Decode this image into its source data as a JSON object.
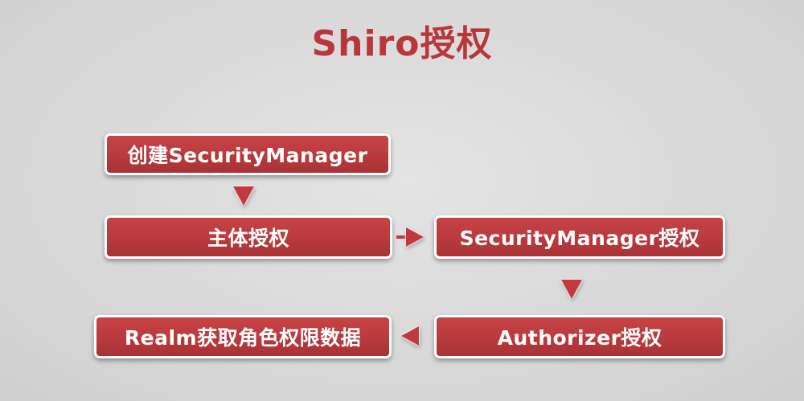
{
  "title": "Shiro授权",
  "nodes": {
    "create_security_manager": "创建SecurityManager",
    "subject_authorization": "主体授权",
    "security_manager_authorization": "SecurityManager授权",
    "authorizer_authorization": "Authorizer授权",
    "realm_fetch_data": "Realm获取角色权限数据"
  },
  "edges": [
    {
      "from": "create_security_manager",
      "to": "subject_authorization",
      "direction": "down"
    },
    {
      "from": "subject_authorization",
      "to": "security_manager_authorization",
      "direction": "right"
    },
    {
      "from": "security_manager_authorization",
      "to": "authorizer_authorization",
      "direction": "down"
    },
    {
      "from": "authorizer_authorization",
      "to": "realm_fetch_data",
      "direction": "left"
    }
  ],
  "colors": {
    "title": "#b7373a",
    "box_fill": "#b93a3d",
    "box_border": "#ffffff",
    "arrow": "#c1393c",
    "background": "#d9d9d9"
  }
}
